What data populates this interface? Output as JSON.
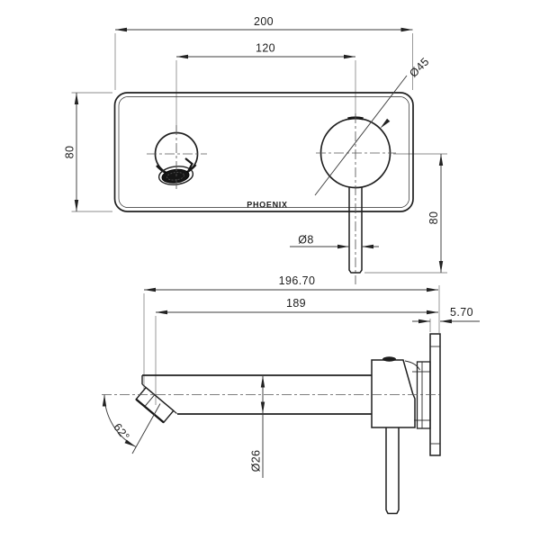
{
  "drawing": {
    "brand": "PHOENIX",
    "colors": {
      "background": "#ffffff",
      "object_line": "#1f1f1f",
      "dimension_line": "#3d3d3d",
      "extension_line": "#8e8e8e",
      "text": "#1c1c1c"
    },
    "front_view": {
      "plate_width": "200",
      "spout_to_mixer_centres": "120",
      "plate_height": "80",
      "mixer_knob_diameter": "Ø45",
      "lever_diameter": "Ø8",
      "lever_length_below_centre": "80"
    },
    "side_view": {
      "overall_projection": "196.70",
      "spout_projection": "189",
      "wall_plate_thickness": "5.70",
      "spout_diameter": "Ø26",
      "aerator_angle": "62°"
    }
  }
}
